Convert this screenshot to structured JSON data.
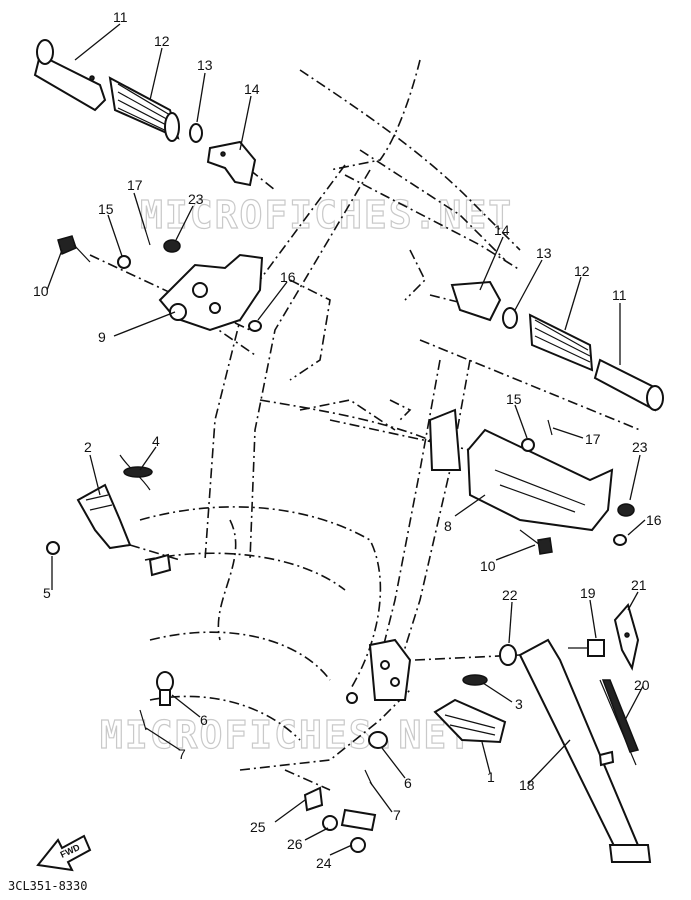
{
  "diagram": {
    "catalog_code": "3CL351-8330",
    "fwd_label": "FWD",
    "watermarks": [
      "MICROFICHES.NET",
      "MICROFICHES.NET"
    ],
    "callouts": [
      {
        "id": "c11a",
        "label": "11"
      },
      {
        "id": "c12a",
        "label": "12"
      },
      {
        "id": "c13a",
        "label": "13"
      },
      {
        "id": "c14a",
        "label": "14"
      },
      {
        "id": "c17a",
        "label": "17"
      },
      {
        "id": "c23a",
        "label": "23"
      },
      {
        "id": "c15a",
        "label": "15"
      },
      {
        "id": "c10a",
        "label": "10"
      },
      {
        "id": "c16a",
        "label": "16"
      },
      {
        "id": "c9",
        "label": "9"
      },
      {
        "id": "c14b",
        "label": "14"
      },
      {
        "id": "c13b",
        "label": "13"
      },
      {
        "id": "c12b",
        "label": "12"
      },
      {
        "id": "c11b",
        "label": "11"
      },
      {
        "id": "c15b",
        "label": "15"
      },
      {
        "id": "c17b",
        "label": "17"
      },
      {
        "id": "c23b",
        "label": "23"
      },
      {
        "id": "c8",
        "label": "8"
      },
      {
        "id": "c16b",
        "label": "16"
      },
      {
        "id": "c10b",
        "label": "10"
      },
      {
        "id": "c2",
        "label": "2"
      },
      {
        "id": "c4",
        "label": "4"
      },
      {
        "id": "c5",
        "label": "5"
      },
      {
        "id": "c22",
        "label": "22"
      },
      {
        "id": "c19",
        "label": "19"
      },
      {
        "id": "c21",
        "label": "21"
      },
      {
        "id": "c20",
        "label": "20"
      },
      {
        "id": "c3",
        "label": "3"
      },
      {
        "id": "c1",
        "label": "1"
      },
      {
        "id": "c18",
        "label": "18"
      },
      {
        "id": "c6a",
        "label": "6"
      },
      {
        "id": "c7a",
        "label": "7"
      },
      {
        "id": "c6b",
        "label": "6"
      },
      {
        "id": "c7b",
        "label": "7"
      },
      {
        "id": "c25",
        "label": "25"
      },
      {
        "id": "c26",
        "label": "26"
      },
      {
        "id": "c24",
        "label": "24"
      }
    ]
  }
}
